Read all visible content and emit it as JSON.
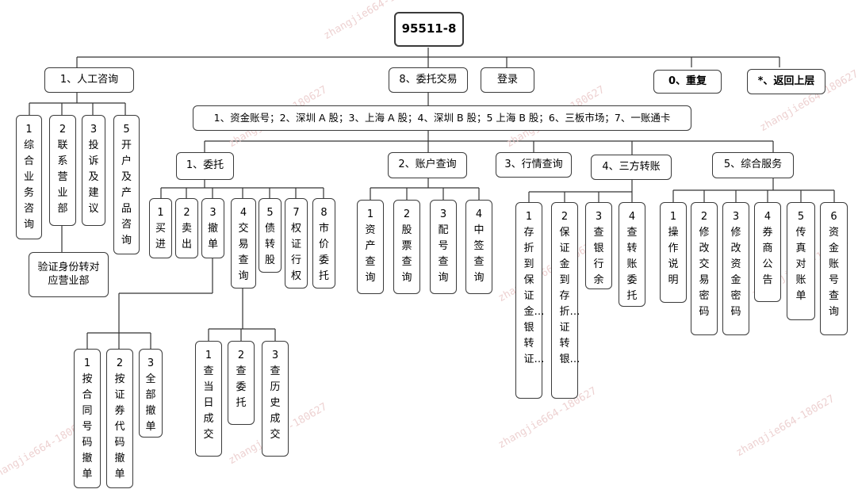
{
  "root": "95511-8",
  "level1": {
    "manual": "1、人工咨询",
    "trade": "8、委托交易",
    "login": "登录",
    "repeat": "0、重复",
    "back": "*、返回上层"
  },
  "manual_children": [
    "1综合业务咨询",
    "2联系营业部",
    "3投诉及建议",
    "5开户及产品咨询"
  ],
  "verify_branch": "验证身份转对应营业部",
  "account_types": "1、资金账号；2、深圳 A 股；3、上海 A 股；4、深圳 B 股；5 上海 B 股；6、三板市场；7、一账通卡",
  "level3": {
    "entrust": "1、委托",
    "account_query": "2、账户查询",
    "market_query": "3、行情查询",
    "transfer": "4、三方转账",
    "service": "5、综合服务"
  },
  "entrust_children": [
    "1买进",
    "2卖出",
    "3撤单",
    "4交易查询",
    "5债转股",
    "7权证行权",
    "8市价委托"
  ],
  "cancel_children": [
    "1按合同号码撤单",
    "2按证券代码撤单",
    "3全部撤单"
  ],
  "trade_query_children": [
    "1查当日成交",
    "2查委托",
    "3查历史成交"
  ],
  "account_query_children": [
    "1资产查询",
    "2股票查询",
    "3配号查询",
    "4中签查询"
  ],
  "transfer_children": [
    "1存折到保证金…银转证…",
    "2保证金到存折…证转银…",
    "3查银行余",
    "4查转账委托"
  ],
  "service_children": [
    "1操作说明",
    "2修改交易密码",
    "3修改资金密码",
    "4券商公告",
    "5传真对账单",
    "6资金账号查询"
  ],
  "watermark": "zhangjie664-180627"
}
